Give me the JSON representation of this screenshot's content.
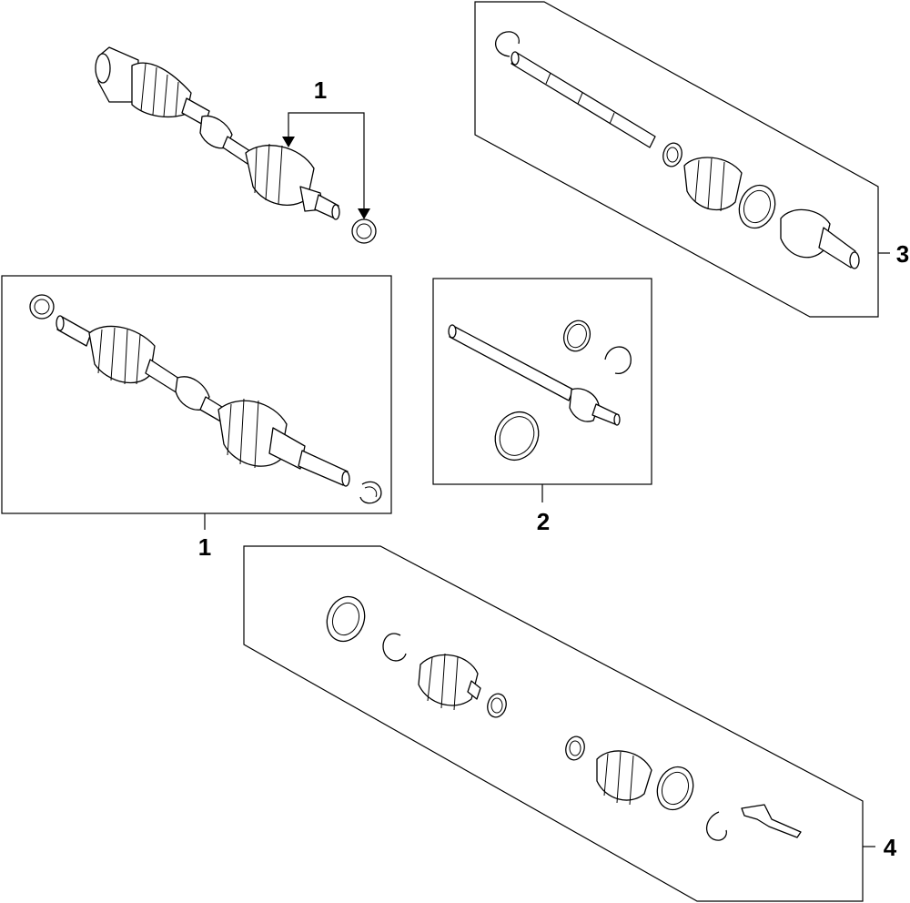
{
  "diagram": {
    "callouts": {
      "top_left_assembly": "1",
      "left_box_assembly": "1",
      "center_box_shaft": "2",
      "upper_right_kit": "3",
      "lower_kit": "4"
    }
  }
}
